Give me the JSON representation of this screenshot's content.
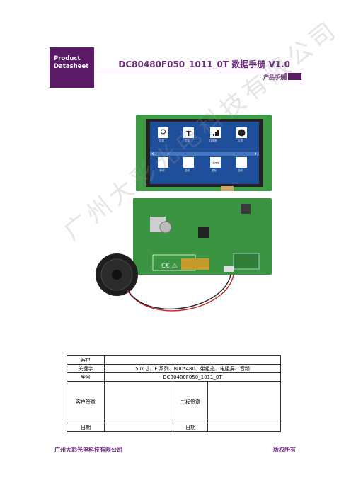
{
  "header": {
    "badge_line1": "Product",
    "badge_line2": "Datasheet",
    "title": "DC80480F050_1011_0T 数据手册 V1.0",
    "subtitle": "产品手册"
  },
  "photo": {
    "screen_icons": [
      {
        "icon": "hand-touch-icon",
        "label": "按钮"
      },
      {
        "icon": "text-icon",
        "label": "文本"
      },
      {
        "icon": "bar-chart-icon",
        "label": "柱状图"
      },
      {
        "icon": "clock-icon",
        "label": "仪表"
      },
      {
        "icon": "slider-icon",
        "label": "滑块"
      },
      {
        "icon": "pen-icon",
        "label": "曲线"
      },
      {
        "icon": "icon-box-icon",
        "label": "图标"
      },
      {
        "icon": "curve-icon",
        "label": "曲线"
      }
    ],
    "icon_text": "Icon"
  },
  "watermark": "广州大彩光电科技有限公司",
  "info_table": {
    "rows": [
      {
        "label": "客户",
        "value": ""
      },
      {
        "label": "关键字",
        "value": "5.0 寸、F 系列、800*480、带组态、电阻屏、音频"
      },
      {
        "label": "型号",
        "value": "DC80480F050_1011_0T"
      }
    ],
    "sign_customer": "客户签章",
    "sign_engineering": "工程签章",
    "date_label": "日期",
    "date_label_2": "日期"
  },
  "footer": {
    "company": "广州大彩光电科技有限公司",
    "rights": "版权所有"
  }
}
